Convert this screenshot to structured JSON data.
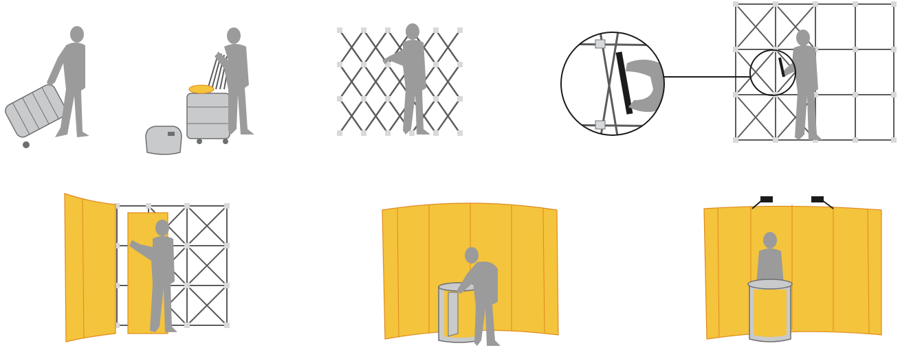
{
  "steps": [
    {
      "id": 1,
      "figure": "person-pulling-wheeled-case-icon"
    },
    {
      "id": 2,
      "figure": "person-unpacking-frame-from-case-icon"
    },
    {
      "id": 3,
      "figure": "person-expanding-collapsed-frame-icon"
    },
    {
      "id": 4,
      "figure": "person-locking-frame-magnifier-icon"
    },
    {
      "id": 5,
      "figure": "person-hanging-graphic-panels-icon"
    },
    {
      "id": 6,
      "figure": "person-assembling-counter-icon"
    },
    {
      "id": 7,
      "figure": "person-at-finished-display-icon"
    }
  ],
  "colors": {
    "silhouette": "#9b9b9b",
    "case": "#c8cacc",
    "caseStroke": "#6d6e70",
    "frame": "#5a5b5d",
    "hub": "#d8d9da",
    "panel": "#f4c43c",
    "panelEdge": "#e0891e",
    "strap": "#1b1b1b",
    "lid": "#f4c43c"
  }
}
